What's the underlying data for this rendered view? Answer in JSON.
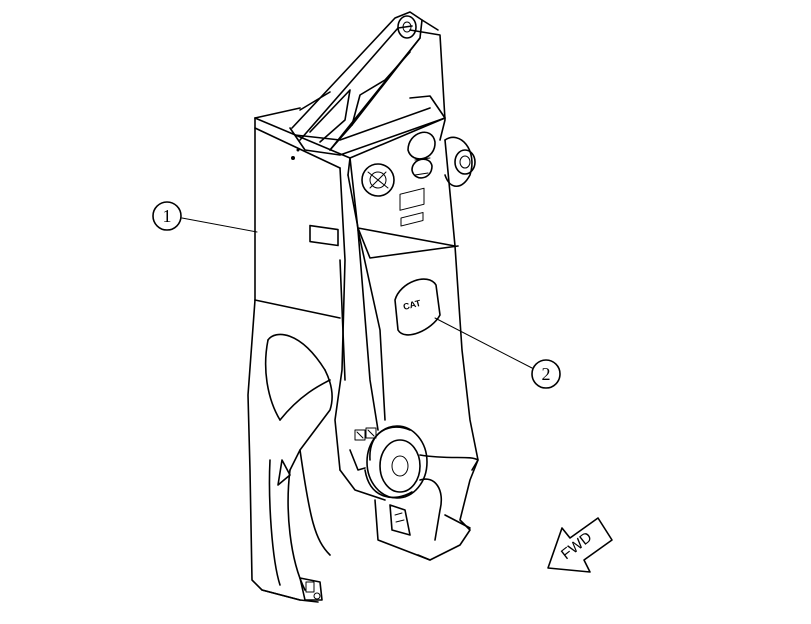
{
  "callouts": [
    {
      "number": "1"
    },
    {
      "number": "2"
    }
  ],
  "direction_arrow": {
    "label": "FWD"
  },
  "brand_plate": {
    "logo_text": "CAT"
  }
}
